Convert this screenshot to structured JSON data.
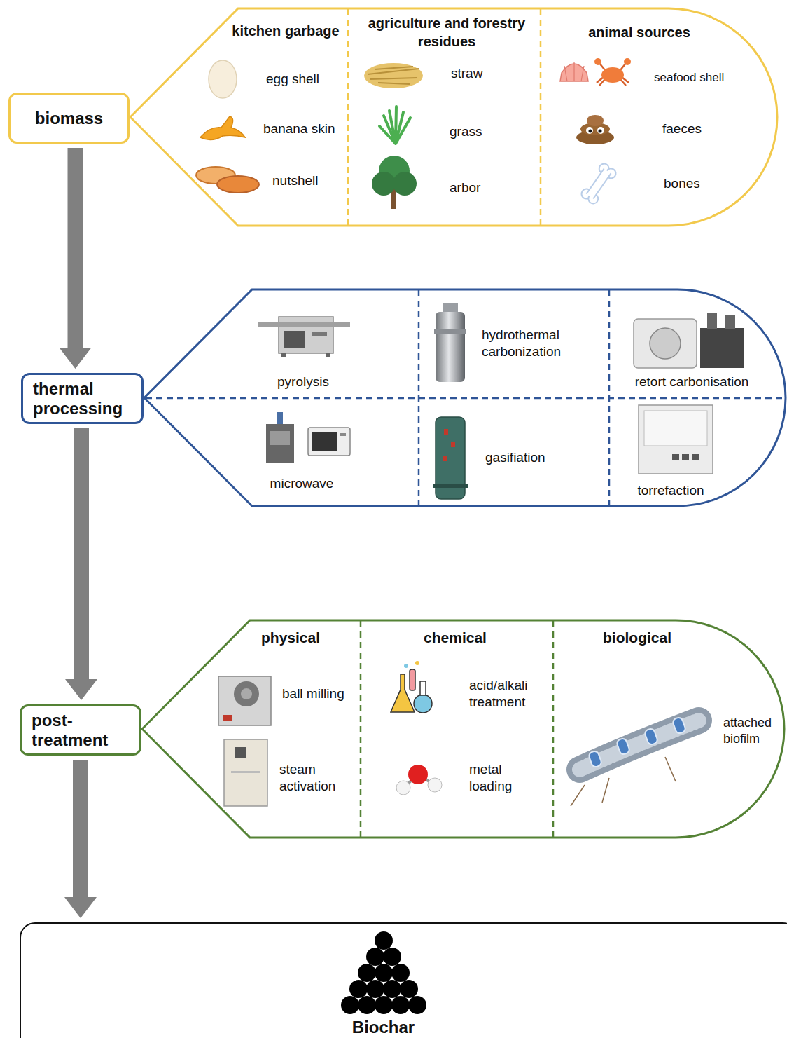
{
  "diagram": {
    "nodes": [
      {
        "text": [
          "biomass"
        ]
      },
      {
        "text": [
          "kitchen garbage",
          "egg shell",
          "banana skin",
          "nutshell",
          "agriculture and forestry residues",
          "straw",
          "grass",
          "arbor",
          "animal sources",
          "seafood shell",
          "faeces",
          "bones"
        ]
      },
      {
        "text": [
          "thermal processing"
        ]
      },
      {
        "text": [
          "pyrolysis",
          "hydrothermal carbonization",
          "retort carbonisation",
          "microwave",
          "gasifiation",
          "torrefaction"
        ]
      },
      {
        "text": [
          "post- treatment"
        ]
      },
      {
        "text": [
          "physical",
          "ball milling",
          "steam activation",
          "chemical",
          "acid/alkali treatment",
          "metal loading",
          "biological",
          "attached biofilm"
        ]
      },
      {
        "text": [
          "Biochar"
        ]
      }
    ],
    "edges": [
      {
        "from": 0,
        "to": 2,
        "arrow": "to"
      },
      {
        "from": 2,
        "to": 4,
        "arrow": "to"
      },
      {
        "from": 4,
        "to": 6,
        "arrow": "to"
      }
    ]
  }
}
